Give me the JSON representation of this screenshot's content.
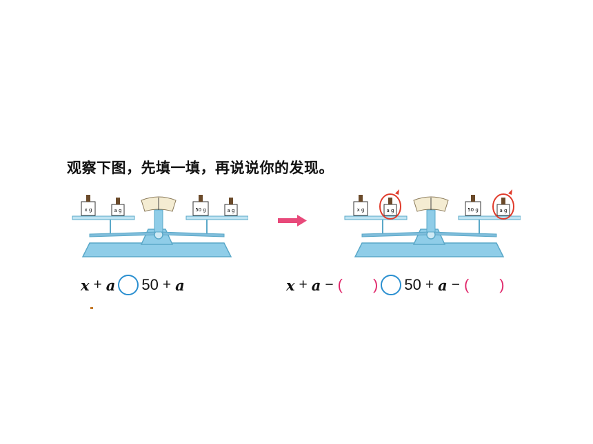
{
  "instruction": "观察下图，先填一填，再说说你的发现。",
  "left_scale": {
    "left_weights": [
      "x g",
      "a g"
    ],
    "right_weights": [
      "50 g",
      "a g"
    ]
  },
  "right_scale": {
    "left_weights": [
      "x g",
      "a g"
    ],
    "right_weights": [
      "50 g",
      "a g"
    ],
    "removed_weights": [
      "a g",
      "a g"
    ]
  },
  "equation_left": {
    "x": "x",
    "plus1": "+",
    "a1": "a",
    "fifty": "50",
    "plus2": "+",
    "a2": "a"
  },
  "equation_right": {
    "x": "x",
    "plus1": "+",
    "a1": "a",
    "minus1": "−",
    "lparen1": "(",
    "rparen1": ")",
    "fifty": "50",
    "plus2": "+",
    "a2": "a",
    "minus2": "−",
    "lparen2": "(",
    "rparen2": ")"
  },
  "colors": {
    "scale_blue": "#8fcde8",
    "scale_dark": "#5aa8c8",
    "arrow_pink": "#e8497a",
    "circle_blue": "#2a8fd0",
    "highlight_red": "#e03a2a"
  }
}
